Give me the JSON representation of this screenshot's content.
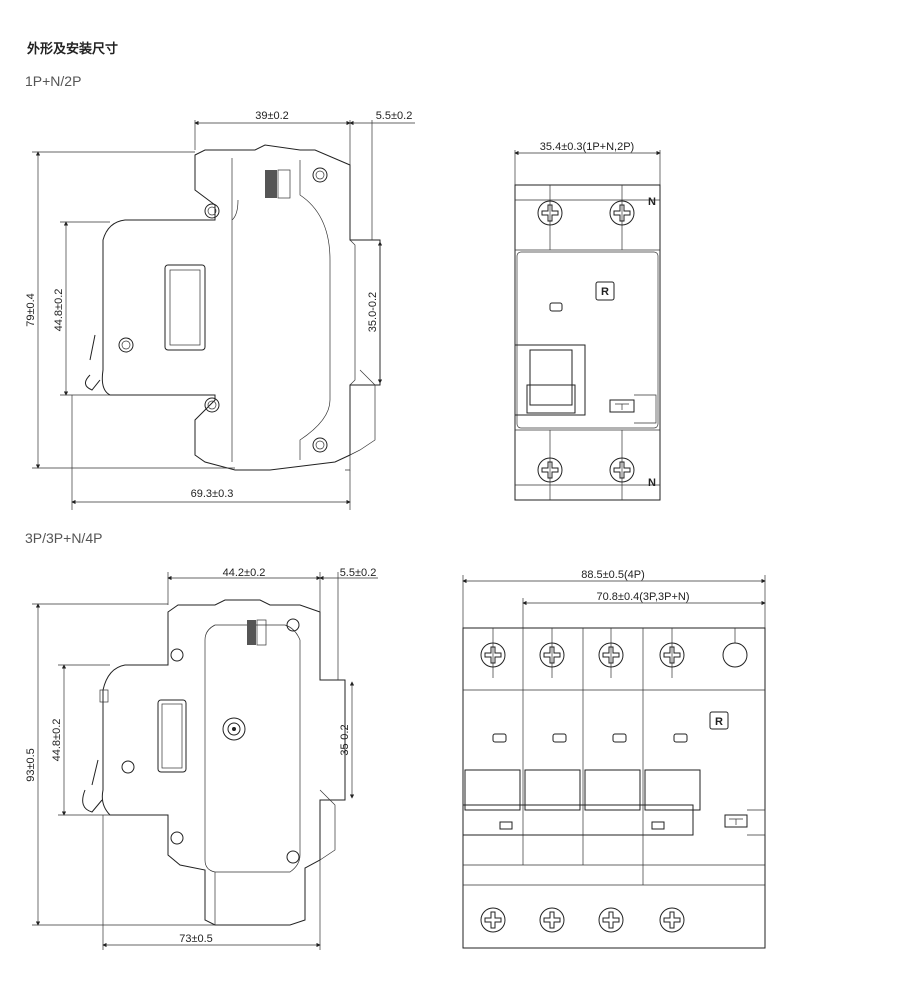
{
  "heading": "外形及安装尺寸",
  "section1": {
    "label": "1P+N/2P",
    "side_dims": {
      "width_top": "39±0.2",
      "rail": "5.5±0.2",
      "height": "79±0.4",
      "inner_height": "44.8±0.2",
      "rail_height": "35.0-0.2",
      "depth": "69.3±0.3"
    },
    "front_dims": {
      "width": "35.4±0.3(1P+N,2P)"
    },
    "front_marks": {
      "neutral_top": "N",
      "neutral_bottom": "N",
      "reset": "R"
    }
  },
  "section2": {
    "label": "3P/3P+N/4P",
    "side_dims": {
      "width_top": "44.2±0.2",
      "rail": "5.5±0.2",
      "height": "93±0.5",
      "inner_height": "44.8±0.2",
      "rail_height": "35-0.2",
      "depth": "73±0.5"
    },
    "front_dims": {
      "width_4p": "88.5±0.5(4P)",
      "width_3p": "70.8±0.4(3P,3P+N)"
    },
    "front_marks": {
      "reset": "R"
    }
  }
}
